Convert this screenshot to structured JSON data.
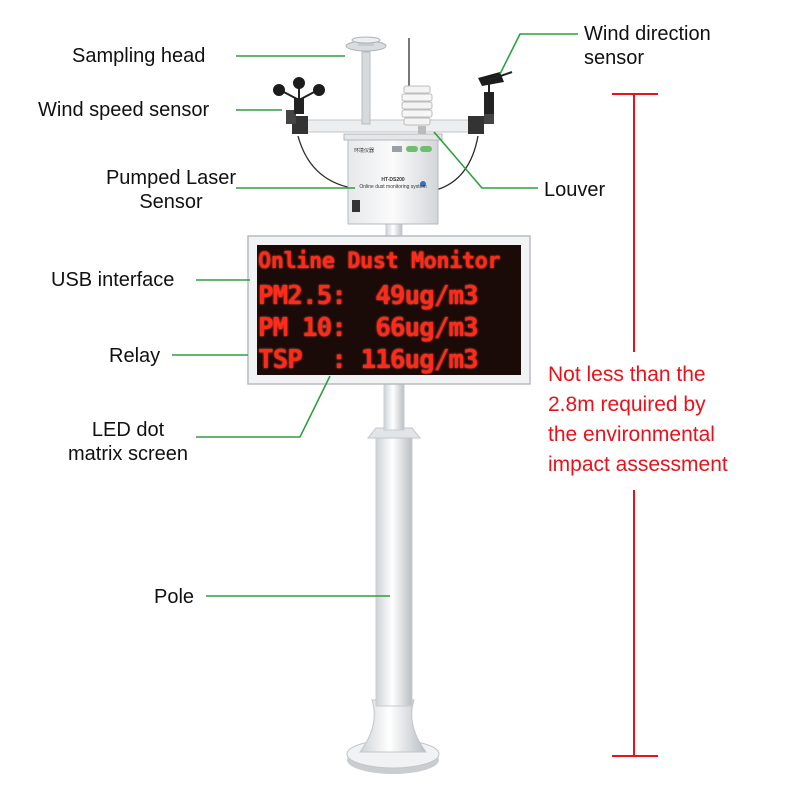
{
  "labels": {
    "sampling_head": "Sampling head",
    "wind_direction": [
      "Wind direction",
      "sensor"
    ],
    "wind_speed": "Wind speed sensor",
    "pumped_laser": [
      "Pumped Laser",
      "Sensor"
    ],
    "louver": "Louver",
    "usb": "USB interface",
    "relay": "Relay",
    "led_screen": [
      "LED dot",
      "matrix screen"
    ],
    "pole": "Pole"
  },
  "height_note": [
    "Not less than the",
    "2.8m required by",
    "the environmental",
    "impact assessment"
  ],
  "led_display": {
    "line1": "Online Dust Monitor",
    "line2": "PM2.5:  49ug/m3",
    "line3": "PM 10:  66ug/m3",
    "line4": "TSP  : 116ug/m3"
  },
  "device": {
    "brand": "环境仪器",
    "model": "HT-DS200",
    "subtitle": "Online dust monitoring system"
  },
  "colors": {
    "leader_line": "#2e9e3e",
    "dimension_line": "#e8121b",
    "led_text": "#ff2a1a",
    "led_bg": "#1a0a08"
  }
}
